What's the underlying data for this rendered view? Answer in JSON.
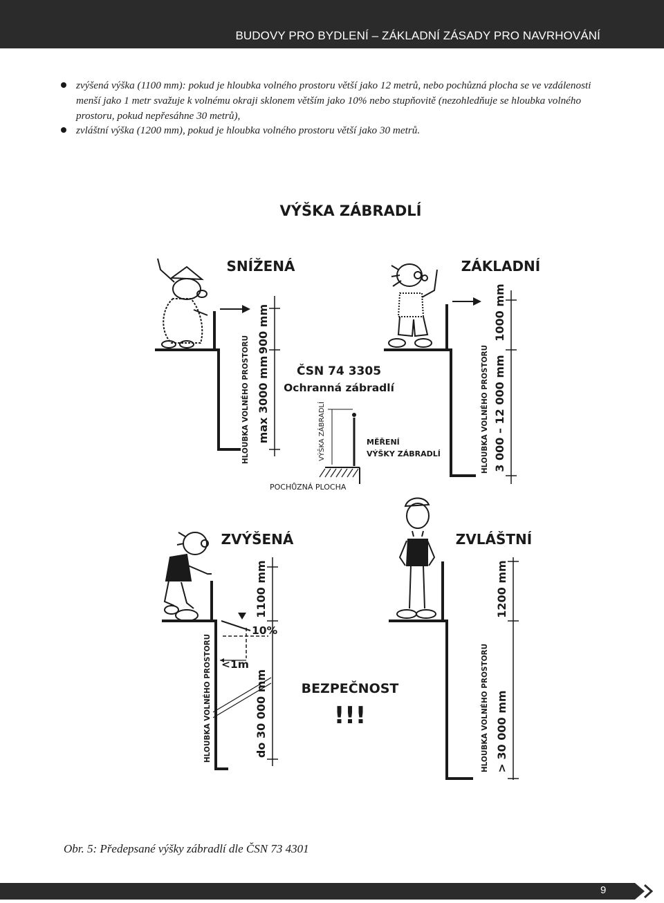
{
  "header": {
    "title": "BUDOVY PRO BYDLENÍ – ZÁKLADNÍ ZÁSADY PRO NAVRHOVÁNÍ"
  },
  "bullets": [
    {
      "text": "zvýšená výška (1100 mm): pokud je hloubka volného prostoru větší jako 12 metrů, nebo pochůzná plocha se ve vzdálenosti menší jako 1 metr svažuje k volnému okraji sklonem větším jako 10% nebo stupňovitě (nezohledňuje se hloubka volného prostoru, pokud nepřesáhne 30 metrů),"
    },
    {
      "text": "zvláštní výška (1200 mm), pokud je hloubka volného prostoru větší jako 30 metrů."
    }
  ],
  "figure": {
    "title": "VÝŠKA ZÁBRADLÍ",
    "standard": "ČSN 74 3305",
    "standard_subtitle": "Ochranná zábradlí",
    "railing_height_label": "VÝŠKA ZÁBRADLÍ",
    "measurement_label_line1": "MĚŘENÍ",
    "measurement_label_line2": "VÝŠKY ZÁBRADLÍ",
    "walkable_surface": "POCHŮZNÁ PLOCHA",
    "safety": "BEZPEČNOST",
    "safety_marks": "!!!",
    "panels": {
      "reduced": {
        "name": "SNÍŽENÁ",
        "height": "900 mm",
        "depth_label": "HLOUBKA VOLNÉHO PROSTORU",
        "depth": "max 3000 mm"
      },
      "basic": {
        "name": "ZÁKLADNÍ",
        "height": "1000 mm",
        "depth_label": "HLOUBKA VOLNÉHO PROSTORU",
        "depth": "3 000 – 12 000 mm"
      },
      "raised": {
        "name": "ZVÝŠENÁ",
        "height": "1100 mm",
        "slope": "10%",
        "distance": "<1m",
        "depth_label": "HLOUBKA VOLNÉHO PROSTORU",
        "depth": "do 30 000 mm"
      },
      "special": {
        "name": "ZVLÁŠTNÍ",
        "height": "1200 mm",
        "depth_label": "HLOUBKA VOLNÉHO PROSTORU",
        "depth": "> 30 000 mm"
      }
    }
  },
  "caption": "Obr. 5: Předepsané výšky zábradlí dle ČSN 73 4301",
  "page_number": "9"
}
